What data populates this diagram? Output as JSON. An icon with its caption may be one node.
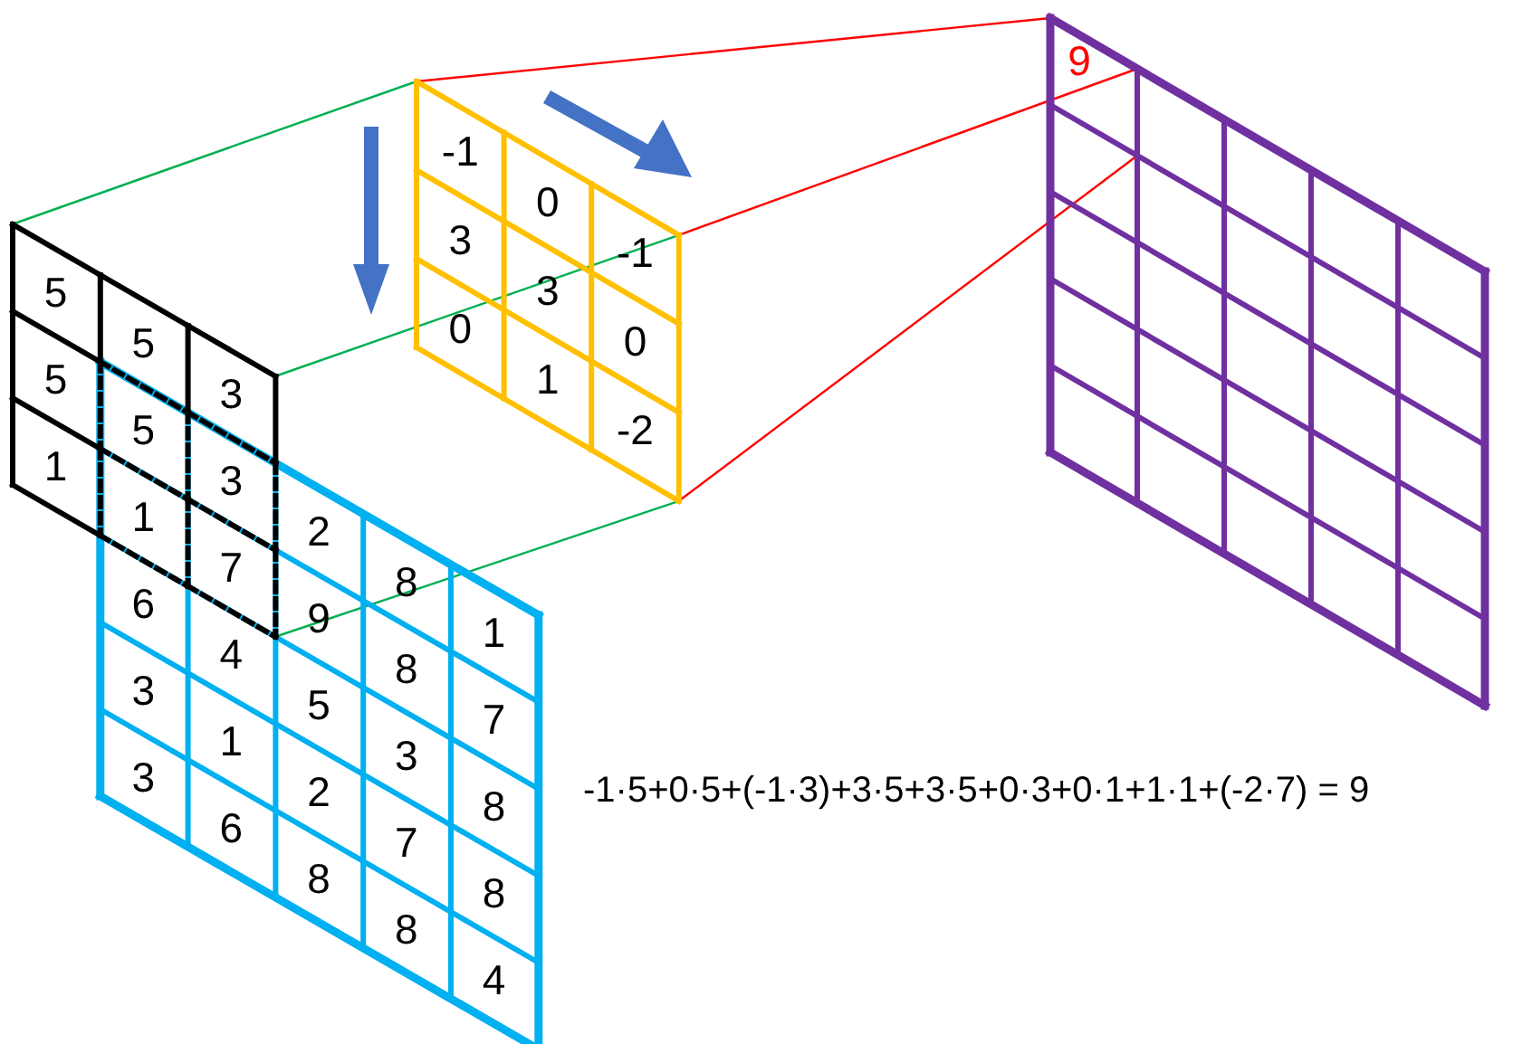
{
  "diagram": {
    "nodes": [
      {
        "text": [
          "5",
          "5",
          "3",
          "5",
          "5",
          "3",
          "2",
          "8",
          "1",
          "1",
          "1",
          "7",
          "9",
          "8",
          "7",
          "6",
          "4",
          "5",
          "3",
          "8",
          "3",
          "1",
          "2",
          "7",
          "8",
          "3",
          "6",
          "8",
          "8",
          "4"
        ]
      },
      {
        "text": [
          "-1",
          "0",
          "-1",
          "3",
          "3",
          "0",
          "0",
          "1",
          "-2"
        ]
      },
      {
        "text": [
          "9"
        ]
      }
    ],
    "edges": [
      {
        "from": 0,
        "to": 1,
        "arrow": "none",
        "color": "#00b050"
      },
      {
        "from": 0,
        "to": 1,
        "arrow": "none",
        "color": "#00b050"
      },
      {
        "from": 0,
        "to": 1,
        "arrow": "none",
        "color": "#00b050"
      },
      {
        "from": 1,
        "to": 2,
        "arrow": "none",
        "color": "#ff0000"
      },
      {
        "from": 1,
        "to": 2,
        "arrow": "none",
        "color": "#ff0000"
      },
      {
        "from": 1,
        "to": 2,
        "arrow": "none",
        "color": "#ff0000"
      }
    ],
    "labels": [
      "-1·5+0·5+(-1·3)+3·5+3·5+0·3+0·1+1·1+(-2·7) = 9"
    ]
  }
}
